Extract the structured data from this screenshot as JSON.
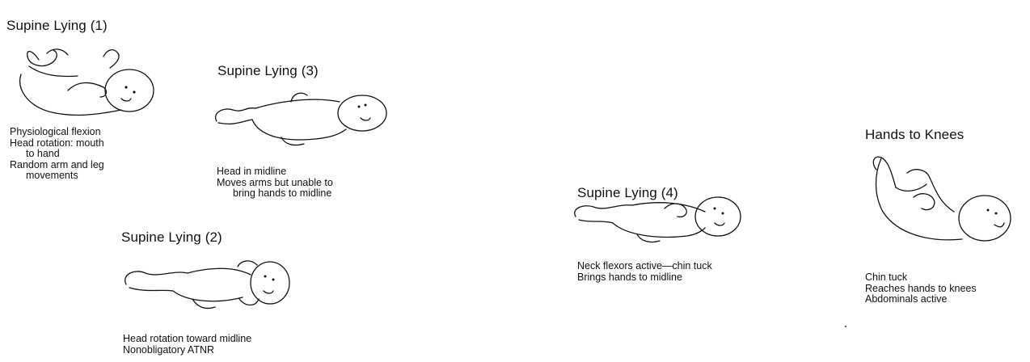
{
  "stages": [
    {
      "id": "supine-1",
      "title": "Supine Lying (1)",
      "lines": [
        "Physiological flexion",
        "Head rotation: mouth",
        "to hand",
        "Random  arm and leg",
        "movements"
      ]
    },
    {
      "id": "supine-3",
      "title": "Supine Lying (3)",
      "lines": [
        "Head in midline",
        "Moves arms but unable to",
        "bring hands to midline"
      ]
    },
    {
      "id": "supine-2",
      "title": "Supine Lying (2)",
      "lines": [
        "Head rotation toward midline",
        "Nonobligatory ATNR"
      ]
    },
    {
      "id": "supine-4",
      "title": "Supine Lying (4)",
      "lines": [
        "Neck flexors active—chin tuck",
        "Brings hands to midline"
      ]
    },
    {
      "id": "hands-to-knees",
      "title": "Hands to Knees",
      "lines": [
        "Chin tuck",
        "Reaches hands to knees",
        "Abdominals active"
      ]
    }
  ],
  "icons": {
    "supine-1": "infant-supine-flexion-drawing",
    "supine-2": "infant-supine-head-turn-drawing",
    "supine-3": "infant-supine-midline-drawing",
    "supine-4": "infant-supine-chin-tuck-drawing",
    "hands-to-knees": "infant-hands-to-knees-drawing"
  }
}
